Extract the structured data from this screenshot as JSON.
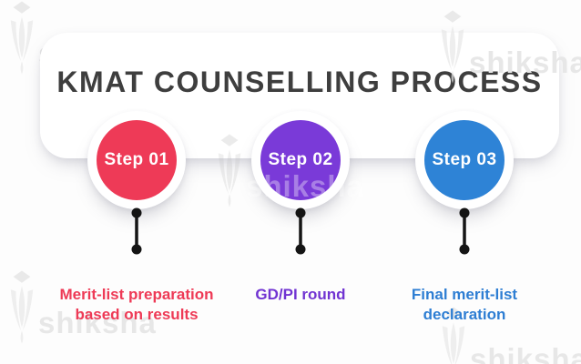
{
  "brand": {
    "watermark": "shiksha"
  },
  "header": {
    "title": "KMAT COUNSELLING PROCESS",
    "title_color": "#3e3e3e"
  },
  "steps": [
    {
      "label": "Step 01",
      "circle_color": "#ee3a57",
      "caption": "Merit-list preparation\nbased on results",
      "caption_color": "#ee3a56"
    },
    {
      "label": "Step 02",
      "circle_color": "#7a3ad8",
      "caption": "GD/PI round",
      "caption_color": "#7134d2"
    },
    {
      "label": "Step 03",
      "circle_color": "#2e83d6",
      "caption": "Final merit-list\ndeclaration",
      "caption_color": "#2e7ed3"
    }
  ],
  "pin_color": "#141414"
}
